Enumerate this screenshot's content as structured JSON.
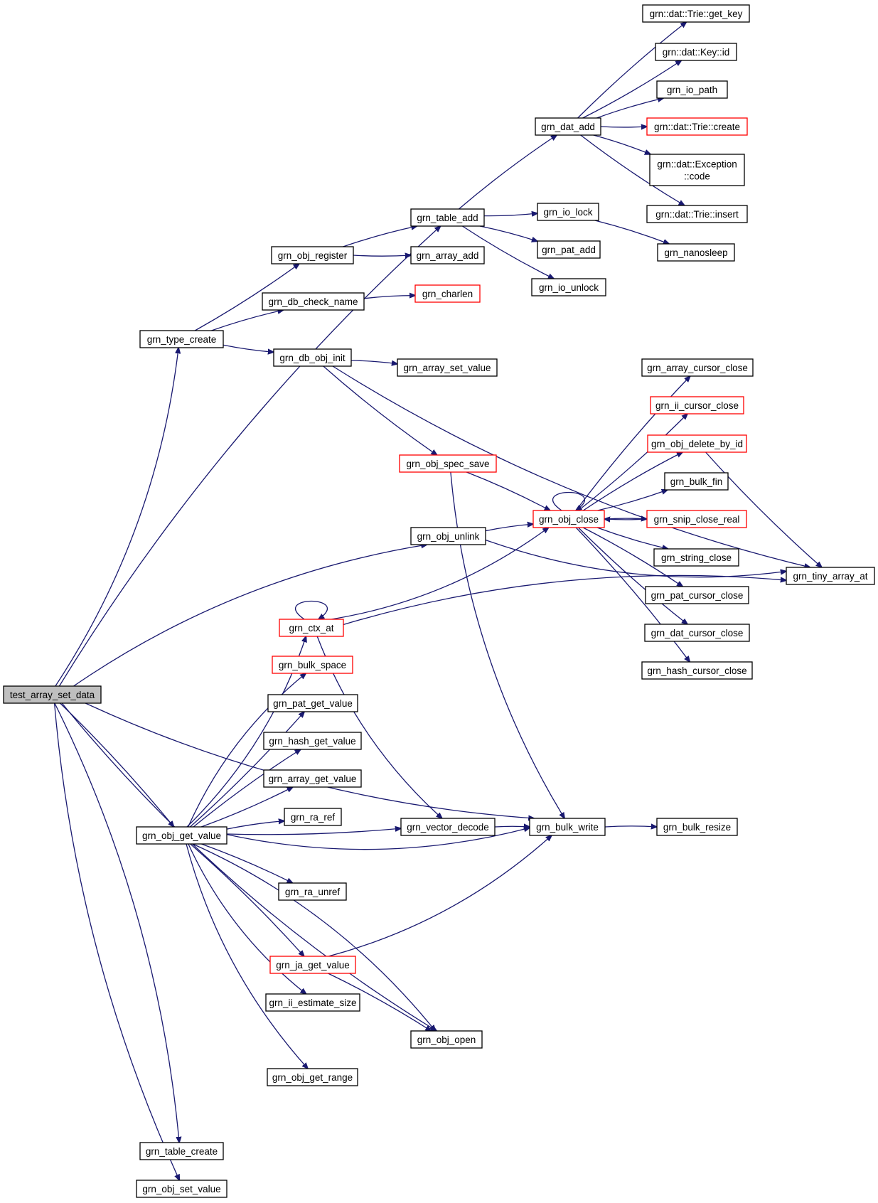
{
  "graph": {
    "edge_color": "#191970",
    "node_border": "#000000",
    "truncated_border": "#ff0000",
    "root_fill": "#bfbfbf",
    "nodes": [
      {
        "id": "test_array_set_data",
        "lines": [
          "test_array_set_data"
        ],
        "root": true
      },
      {
        "id": "grn_table_add",
        "lines": [
          "grn_table_add"
        ]
      },
      {
        "id": "grn_type_create",
        "lines": [
          "grn_type_create"
        ]
      },
      {
        "id": "grn_obj_unlink",
        "lines": [
          "grn_obj_unlink"
        ]
      },
      {
        "id": "grn_bulk_write",
        "lines": [
          "grn_bulk_write"
        ]
      },
      {
        "id": "grn_obj_get_value",
        "lines": [
          "grn_obj_get_value"
        ]
      },
      {
        "id": "grn_obj_open",
        "lines": [
          "grn_obj_open"
        ]
      },
      {
        "id": "grn_table_create",
        "lines": [
          "grn_table_create"
        ]
      },
      {
        "id": "grn_obj_set_value",
        "lines": [
          "grn_obj_set_value"
        ]
      },
      {
        "id": "grn_dat_add",
        "lines": [
          "grn_dat_add"
        ]
      },
      {
        "id": "grn_io_lock",
        "lines": [
          "grn_io_lock"
        ]
      },
      {
        "id": "grn_pat_add",
        "lines": [
          "grn_pat_add"
        ]
      },
      {
        "id": "grn_io_unlock",
        "lines": [
          "grn_io_unlock"
        ]
      },
      {
        "id": "grn_dat_trie_get_key",
        "lines": [
          "grn::dat::Trie::get_key"
        ]
      },
      {
        "id": "grn_dat_key_id",
        "lines": [
          "grn::dat::Key::id"
        ]
      },
      {
        "id": "grn_io_path",
        "lines": [
          "grn_io_path"
        ]
      },
      {
        "id": "grn_dat_trie_create",
        "lines": [
          "grn::dat::Trie::create"
        ],
        "truncated": true
      },
      {
        "id": "grn_dat_exception_code",
        "lines": [
          "grn::dat::Exception",
          "::code"
        ]
      },
      {
        "id": "grn_dat_trie_insert",
        "lines": [
          "grn::dat::Trie::insert"
        ]
      },
      {
        "id": "grn_nanosleep",
        "lines": [
          "grn_nanosleep"
        ]
      },
      {
        "id": "grn_obj_register",
        "lines": [
          "grn_obj_register"
        ]
      },
      {
        "id": "grn_db_check_name",
        "lines": [
          "grn_db_check_name"
        ]
      },
      {
        "id": "grn_db_obj_init",
        "lines": [
          "grn_db_obj_init"
        ]
      },
      {
        "id": "grn_array_add",
        "lines": [
          "grn_array_add"
        ]
      },
      {
        "id": "grn_charlen",
        "lines": [
          "grn_charlen"
        ],
        "truncated": true
      },
      {
        "id": "grn_tiny_array_at",
        "lines": [
          "grn_tiny_array_at"
        ]
      },
      {
        "id": "grn_array_set_value",
        "lines": [
          "grn_array_set_value"
        ]
      },
      {
        "id": "grn_obj_spec_save",
        "lines": [
          "grn_obj_spec_save"
        ],
        "truncated": true
      },
      {
        "id": "grn_obj_close",
        "lines": [
          "grn_obj_close"
        ],
        "truncated": true
      },
      {
        "id": "grn_array_cursor_close",
        "lines": [
          "grn_array_cursor_close"
        ]
      },
      {
        "id": "grn_ii_cursor_close",
        "lines": [
          "grn_ii_cursor_close"
        ],
        "truncated": true
      },
      {
        "id": "grn_obj_delete_by_id",
        "lines": [
          "grn_obj_delete_by_id"
        ],
        "truncated": true
      },
      {
        "id": "grn_bulk_fin",
        "lines": [
          "grn_bulk_fin"
        ]
      },
      {
        "id": "grn_snip_close_real",
        "lines": [
          "grn_snip_close_real"
        ],
        "truncated": true
      },
      {
        "id": "grn_string_close",
        "lines": [
          "grn_string_close"
        ]
      },
      {
        "id": "grn_pat_cursor_close",
        "lines": [
          "grn_pat_cursor_close"
        ]
      },
      {
        "id": "grn_dat_cursor_close",
        "lines": [
          "grn_dat_cursor_close"
        ]
      },
      {
        "id": "grn_hash_cursor_close",
        "lines": [
          "grn_hash_cursor_close"
        ]
      },
      {
        "id": "grn_bulk_resize",
        "lines": [
          "grn_bulk_resize"
        ]
      },
      {
        "id": "grn_ctx_at",
        "lines": [
          "grn_ctx_at"
        ],
        "truncated": true
      },
      {
        "id": "grn_bulk_space",
        "lines": [
          "grn_bulk_space"
        ],
        "truncated": true
      },
      {
        "id": "grn_pat_get_value",
        "lines": [
          "grn_pat_get_value"
        ]
      },
      {
        "id": "grn_hash_get_value",
        "lines": [
          "grn_hash_get_value"
        ]
      },
      {
        "id": "grn_array_get_value",
        "lines": [
          "grn_array_get_value"
        ]
      },
      {
        "id": "grn_ra_ref",
        "lines": [
          "grn_ra_ref"
        ]
      },
      {
        "id": "grn_vector_decode",
        "lines": [
          "grn_vector_decode"
        ]
      },
      {
        "id": "grn_ra_unref",
        "lines": [
          "grn_ra_unref"
        ]
      },
      {
        "id": "grn_ja_get_value",
        "lines": [
          "grn_ja_get_value"
        ],
        "truncated": true
      },
      {
        "id": "grn_ii_estimate_size",
        "lines": [
          "grn_ii_estimate_size"
        ]
      },
      {
        "id": "grn_obj_get_range",
        "lines": [
          "grn_obj_get_range"
        ]
      }
    ],
    "edges": [
      [
        "test_array_set_data",
        "grn_table_add"
      ],
      [
        "test_array_set_data",
        "grn_type_create"
      ],
      [
        "test_array_set_data",
        "grn_obj_unlink"
      ],
      [
        "test_array_set_data",
        "grn_bulk_write"
      ],
      [
        "test_array_set_data",
        "grn_obj_get_value"
      ],
      [
        "test_array_set_data",
        "grn_obj_open"
      ],
      [
        "test_array_set_data",
        "grn_table_create"
      ],
      [
        "test_array_set_data",
        "grn_obj_set_value"
      ],
      [
        "grn_table_add",
        "grn_dat_add"
      ],
      [
        "grn_table_add",
        "grn_io_lock"
      ],
      [
        "grn_table_add",
        "grn_pat_add"
      ],
      [
        "grn_table_add",
        "grn_io_unlock"
      ],
      [
        "grn_dat_add",
        "grn_dat_trie_get_key"
      ],
      [
        "grn_dat_add",
        "grn_dat_key_id"
      ],
      [
        "grn_dat_add",
        "grn_io_path"
      ],
      [
        "grn_dat_add",
        "grn_dat_trie_create"
      ],
      [
        "grn_dat_add",
        "grn_dat_exception_code"
      ],
      [
        "grn_dat_add",
        "grn_dat_trie_insert"
      ],
      [
        "grn_io_lock",
        "grn_nanosleep"
      ],
      [
        "grn_type_create",
        "grn_obj_register"
      ],
      [
        "grn_type_create",
        "grn_db_check_name"
      ],
      [
        "grn_type_create",
        "grn_db_obj_init"
      ],
      [
        "grn_obj_register",
        "grn_table_add"
      ],
      [
        "grn_obj_register",
        "grn_array_add"
      ],
      [
        "grn_db_check_name",
        "grn_charlen"
      ],
      [
        "grn_db_obj_init",
        "grn_tiny_array_at"
      ],
      [
        "grn_db_obj_init",
        "grn_array_set_value"
      ],
      [
        "grn_db_obj_init",
        "grn_obj_spec_save"
      ],
      [
        "grn_obj_spec_save",
        "grn_obj_close"
      ],
      [
        "grn_obj_spec_save",
        "grn_bulk_write"
      ],
      [
        "grn_obj_unlink",
        "grn_obj_close"
      ],
      [
        "grn_obj_unlink",
        "grn_tiny_array_at"
      ],
      [
        "grn_obj_close",
        "grn_array_cursor_close"
      ],
      [
        "grn_obj_close",
        "grn_ii_cursor_close"
      ],
      [
        "grn_obj_close",
        "grn_obj_delete_by_id"
      ],
      [
        "grn_obj_close",
        "grn_bulk_fin"
      ],
      [
        "grn_obj_close",
        "grn_snip_close_real"
      ],
      [
        "grn_obj_close",
        "grn_string_close"
      ],
      [
        "grn_obj_close",
        "grn_pat_cursor_close"
      ],
      [
        "grn_obj_close",
        "grn_dat_cursor_close"
      ],
      [
        "grn_obj_close",
        "grn_hash_cursor_close"
      ],
      [
        "grn_obj_close",
        "grn_obj_close"
      ],
      [
        "grn_snip_close_real",
        "grn_obj_close"
      ],
      [
        "grn_obj_delete_by_id",
        "grn_tiny_array_at"
      ],
      [
        "grn_bulk_write",
        "grn_bulk_resize"
      ],
      [
        "grn_obj_get_value",
        "grn_ctx_at"
      ],
      [
        "grn_obj_get_value",
        "grn_bulk_space"
      ],
      [
        "grn_obj_get_value",
        "grn_pat_get_value"
      ],
      [
        "grn_obj_get_value",
        "grn_hash_get_value"
      ],
      [
        "grn_obj_get_value",
        "grn_array_get_value"
      ],
      [
        "grn_obj_get_value",
        "grn_ra_ref"
      ],
      [
        "grn_obj_get_value",
        "grn_vector_decode"
      ],
      [
        "grn_obj_get_value",
        "grn_ra_unref"
      ],
      [
        "grn_obj_get_value",
        "grn_bulk_write"
      ],
      [
        "grn_obj_get_value",
        "grn_ja_get_value"
      ],
      [
        "grn_obj_get_value",
        "grn_ii_estimate_size"
      ],
      [
        "grn_obj_get_value",
        "grn_obj_open"
      ],
      [
        "grn_obj_get_value",
        "grn_obj_get_range"
      ],
      [
        "grn_ctx_at",
        "grn_ctx_at"
      ],
      [
        "grn_ctx_at",
        "grn_obj_close"
      ],
      [
        "grn_ctx_at",
        "grn_tiny_array_at"
      ],
      [
        "grn_ctx_at",
        "grn_vector_decode"
      ],
      [
        "grn_vector_decode",
        "grn_bulk_write"
      ],
      [
        "grn_ja_get_value",
        "grn_bulk_write"
      ],
      [
        "grn_ja_get_value",
        "grn_obj_open"
      ]
    ]
  }
}
